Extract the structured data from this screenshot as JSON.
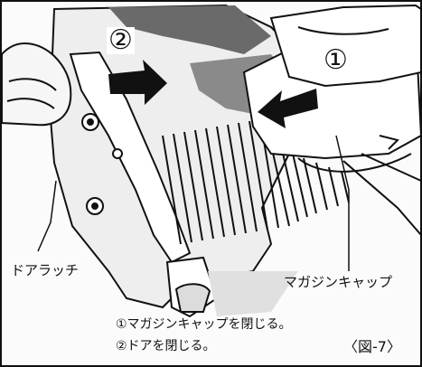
{
  "callouts": {
    "one": "①",
    "two": "②"
  },
  "labels": {
    "door_latch": "ドアラッチ",
    "magazine_cap": "マガジンキャップ"
  },
  "instructions": [
    "①マガジンキャップを閉じる。",
    "②ドアを閉じる。"
  ],
  "figure_ref": "〈図-7〉",
  "colors": {
    "ink": "#111111",
    "paper": "#fbfbfb"
  }
}
